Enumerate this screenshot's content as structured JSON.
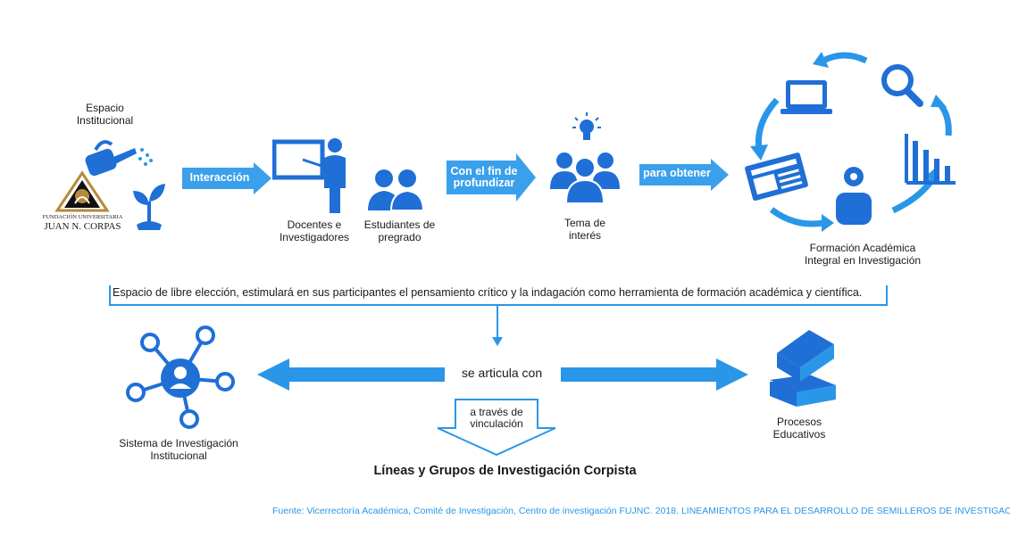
{
  "logo": {
    "line1": "FUNDACIÓN UNIVERSITARIA",
    "line2": "JUAN N. CORPAS"
  },
  "nodes": {
    "espacio": "Espacio Institucional",
    "docentes": "Docentes e Investigadores",
    "estudiantes": "Estudiantes de pregrado",
    "tema": "Tema de interés",
    "formacion": "Formación Académica Integral en Investigación",
    "sistema": "Sistema de Investigación Institucional",
    "procesos": "Procesos Educativos"
  },
  "arrows": {
    "interaccion": "Interacción",
    "profundizar": "Con el fin de profundizar",
    "obtener": "para obtener",
    "articula": "se articula con",
    "vinculacion": "a través de vinculación"
  },
  "statement": "Espacio de libre elección, estimulará en sus participantes el pensamiento crítico y la indagación como herramienta de formación académica y científica.",
  "lines_title": "Líneas y Grupos de Investigación Corpista",
  "source": "Fuente: Vicerrectoría Académica, Comité de Investigación, Centro de investigación FUJNC. 2018. LINEAMIENTOS PARA EL DESARROLLO DE SEMILLEROS DE INVESTIGACIÓN.",
  "colors": {
    "primary": "#1f6fd6",
    "accent": "#2a96e8",
    "light_arrow": "#3aa0ec"
  },
  "icons": [
    "watering-can-icon",
    "plant-icon",
    "teacher-icon",
    "students-icon",
    "lightbulb-icon",
    "group-icon",
    "laptop-icon",
    "magnifier-icon",
    "bar-chart-icon",
    "newspaper-icon",
    "researcher-icon",
    "network-icon",
    "books-icon"
  ]
}
